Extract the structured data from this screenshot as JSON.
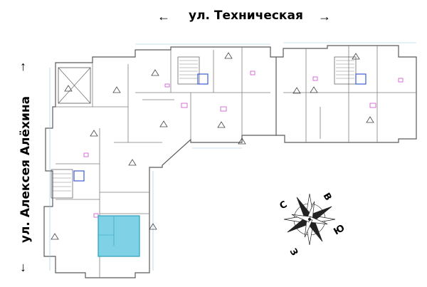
{
  "streets": {
    "top": {
      "name": "ул. Техническая",
      "arrow_left": "←",
      "arrow_right": "→"
    },
    "left": {
      "name": "ул. Алексея Алёхина",
      "arrow_up": "↑",
      "arrow_down": "↓"
    }
  },
  "compass": {
    "north": "С",
    "east": "В",
    "south": "Ю",
    "west": "З"
  },
  "colors": {
    "walls": "#5a5a5a",
    "highlight_fill": "#7fd2e6",
    "highlight_stroke": "#2a9fc0",
    "stairs_accent": "#3b5bd6",
    "door_accent": "#d04fcf",
    "dim_lines": "#8fc9dc"
  }
}
